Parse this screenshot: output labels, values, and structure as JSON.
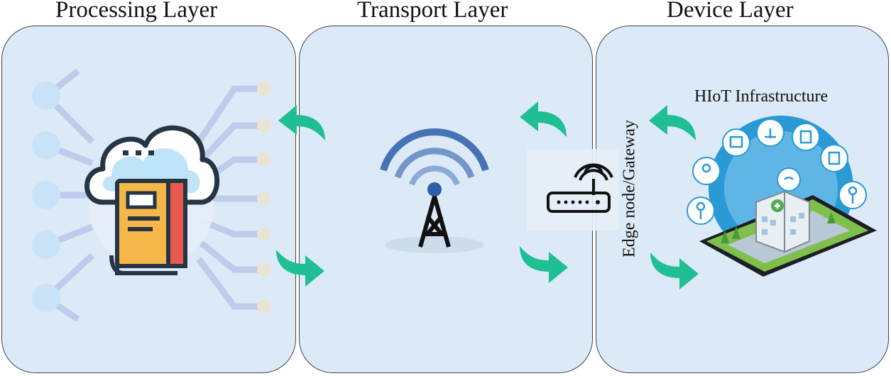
{
  "layers": {
    "processing": {
      "title": "Processing Layer"
    },
    "transport": {
      "title": "Transport Layer"
    },
    "device": {
      "title": "Device Layer"
    }
  },
  "labels": {
    "edge_node": "Edge node/Gateway",
    "hiot": "HIoT Infrastructure"
  },
  "colors": {
    "panel_fill": "#dce9f7",
    "panel_border": "#3b4453",
    "arrow": "#1fbf93",
    "node": "#bfe0f7",
    "book_orange": "#f5b74a",
    "book_red": "#e8594f",
    "cloud_outline": "#263544",
    "tower_blue": "#2d5da8",
    "device_blue": "#2a9ad6"
  },
  "icons": [
    "cloud-book-icon",
    "neural-network-icon",
    "tower-icon",
    "router-icon",
    "hiot-infrastructure-icon",
    "arrow-left-icon",
    "arrow-right-icon"
  ]
}
